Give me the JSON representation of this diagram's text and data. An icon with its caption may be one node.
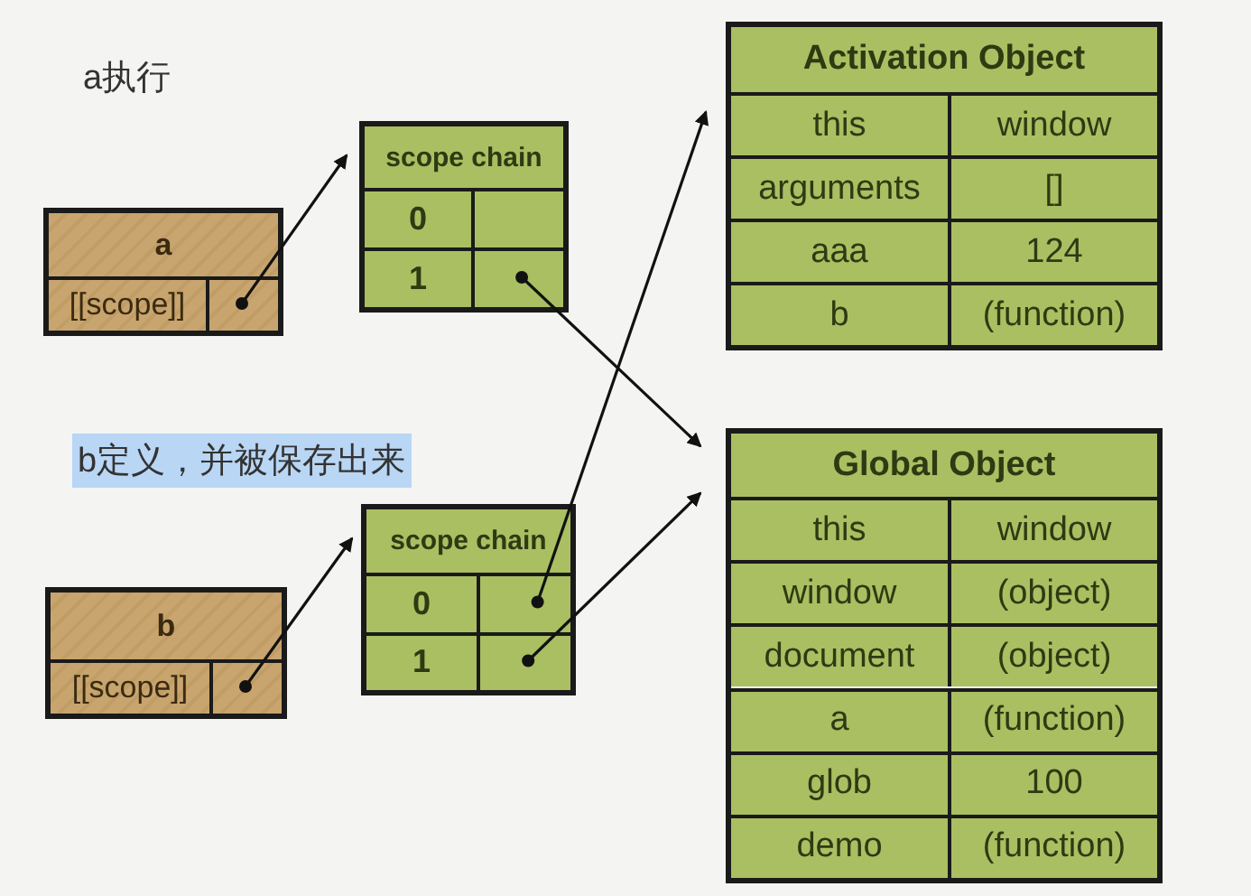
{
  "diagram": {
    "nodes": [
      {
        "text": [
          "a",
          "[[scope]]"
        ]
      },
      {
        "text": [
          "scope chain",
          "0",
          "1"
        ]
      },
      {
        "text": [
          "Activation Object",
          "this",
          "window",
          "arguments",
          "[]",
          "aaa",
          "124",
          "b",
          "(function)"
        ]
      },
      {
        "text": [
          "b",
          "[[scope]]"
        ]
      },
      {
        "text": [
          "scope chain",
          "0",
          "1"
        ]
      },
      {
        "text": [
          "Global Object",
          "this",
          "window",
          "window",
          "(object)",
          "document",
          "(object)",
          "a",
          "(function)",
          "glob",
          "100",
          "demo",
          "(function)"
        ]
      }
    ],
    "edges": [
      {
        "from": 0,
        "to": 1,
        "arrow": "to"
      },
      {
        "from": 1,
        "to": 5,
        "arrow": "to"
      },
      {
        "from": 3,
        "to": 4,
        "arrow": "to"
      },
      {
        "from": 4,
        "to": 2,
        "arrow": "to"
      },
      {
        "from": 4,
        "to": 5,
        "arrow": "to"
      }
    ],
    "labels": [
      "a执行",
      "b定义，并被保存出来"
    ]
  }
}
